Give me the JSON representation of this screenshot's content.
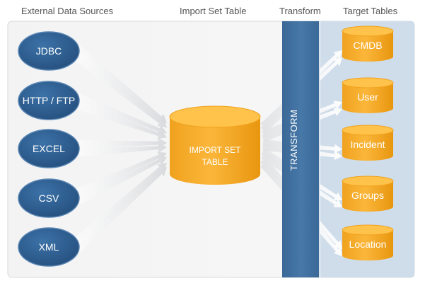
{
  "headers": {
    "sources": "External Data Sources",
    "import": "Import Set Table",
    "transform": "Transform",
    "targets": "Target Tables"
  },
  "sources": [
    "JDBC",
    "HTTP / FTP",
    "EXCEL",
    "CSV",
    "XML"
  ],
  "import_table": {
    "line1": "IMPORT SET",
    "line2": "TABLE"
  },
  "transform_label": "TRANSFORM",
  "targets": [
    "CMDB",
    "User",
    "Incident",
    "Groups",
    "Location"
  ],
  "colors": {
    "source_fill": "#2e5f92",
    "source_stroke": "#5a86b4",
    "cylinder_fill": "#f5a623",
    "cylinder_top": "#ffc24a",
    "transform_bar": "#41709f",
    "target_panel": "#cfdcea",
    "arrow": "#e2e4e6"
  }
}
